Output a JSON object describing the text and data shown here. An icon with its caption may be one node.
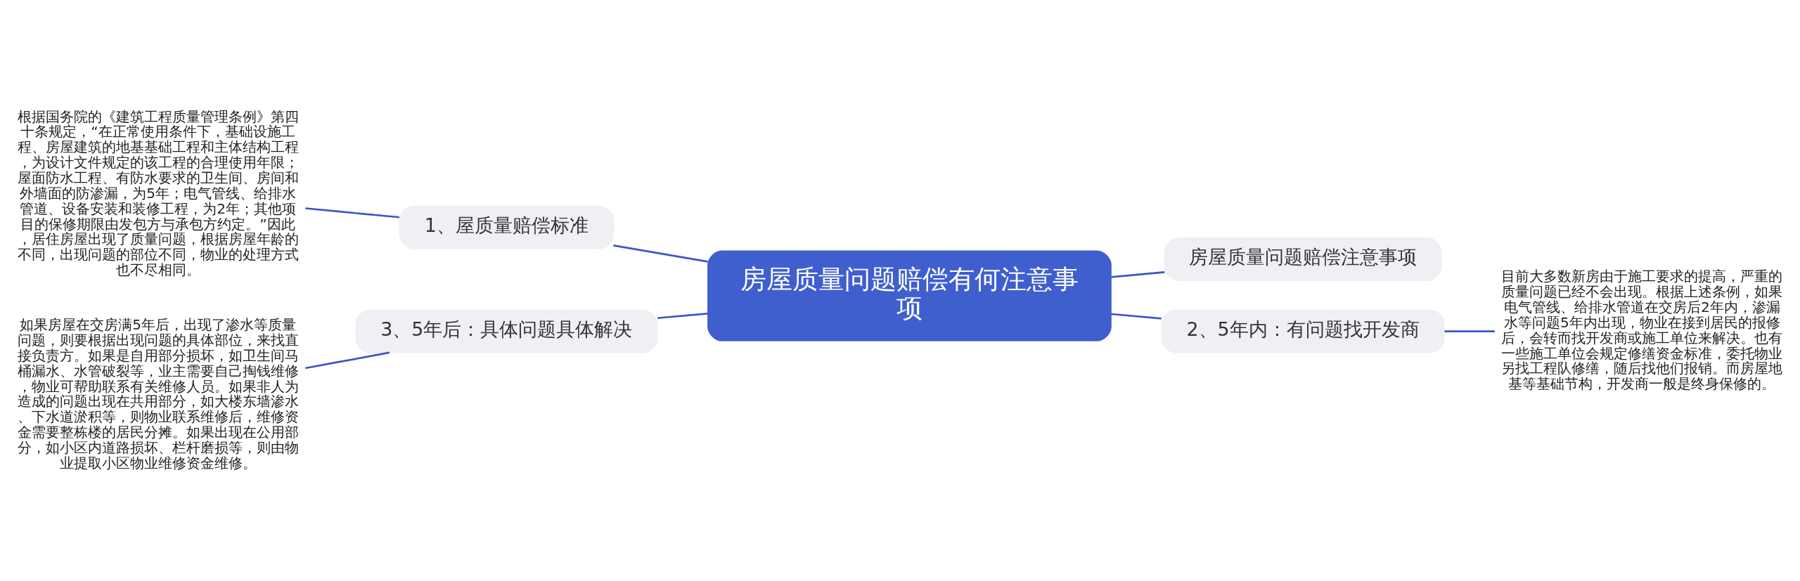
{
  "diagram": {
    "nodes": [
      {
        "text": [
          "房屋质量问题赔偿有何注意事项"
        ]
      },
      {
        "text": [
          "1、屋质量赔偿标准"
        ]
      },
      {
        "text": [
          "根据国务院的《建筑工程质量管理条例》第四十条规定，“在正常使用条件下，基础设施工程、房屋建筑的地基基础工程和主体结构工程，为设计文件规定的该工程的合理使用年限；屋面防水工程、有防水要求的卫生间、房间和外墙面的防渗漏，为5年；电气管线、给排水管道、设备安装和装修工程，为2年；其他项目的保修期限由发包方与承包方约定。”因此，居住房屋出现了质量问题，根据房屋年龄的不同，出现问题的部位不同，物业的处理方式也不尽相同。"
        ]
      },
      {
        "text": [
          "房屋质量问题赔偿注意事项"
        ]
      },
      {
        "text": [
          "2、5年内：有问题找开发商"
        ]
      },
      {
        "text": [
          "目前大多数新房由于施工要求的提高，严重的质量问题已经不会出现。根据上述条例，如果电气管线、给排水管道在交房后2年内，渗漏水等问题5年内出现，物业在接到居民的报修后，会转而找开发商或施工单位来解决。也有一些施工单位会规定修缮资金标准，委托物业另找工程队修缮，随后找他们报销。而房屋地基等基础节构，开发商一般是终身保修的。"
        ]
      },
      {
        "text": [
          "3、5年后：具体问题具体解决"
        ]
      },
      {
        "text": [
          "如果房屋在交房满5年后，出现了渗水等质量问题，则要根据出现问题的具体部位，来找直接负责方。如果是自用部分损坏，如卫生间马桶漏水、水管破裂等，业主需要自己掏钱维修，物业可帮助联系有关维修人员。如果非人为造成的问题出现在共用部分，如大楼东墙渗水、下水道淤积等，则物业联系维修后，维修资金需要整栋楼的居民分摊。如果出现在公用部分，如小区内道路损坏、栏杆磨损等，则由物业提取小区物业维修资金维修。"
        ]
      }
    ],
    "edges": [
      {
        "from": 0,
        "to": 1,
        "arrow": "none"
      },
      {
        "from": 1,
        "to": 2,
        "arrow": "none"
      },
      {
        "from": 0,
        "to": 3,
        "arrow": "none"
      },
      {
        "from": 0,
        "to": 4,
        "arrow": "none"
      },
      {
        "from": 4,
        "to": 5,
        "arrow": "none"
      },
      {
        "from": 0,
        "to": 6,
        "arrow": "none"
      },
      {
        "from": 6,
        "to": 7,
        "arrow": "none"
      }
    ]
  }
}
